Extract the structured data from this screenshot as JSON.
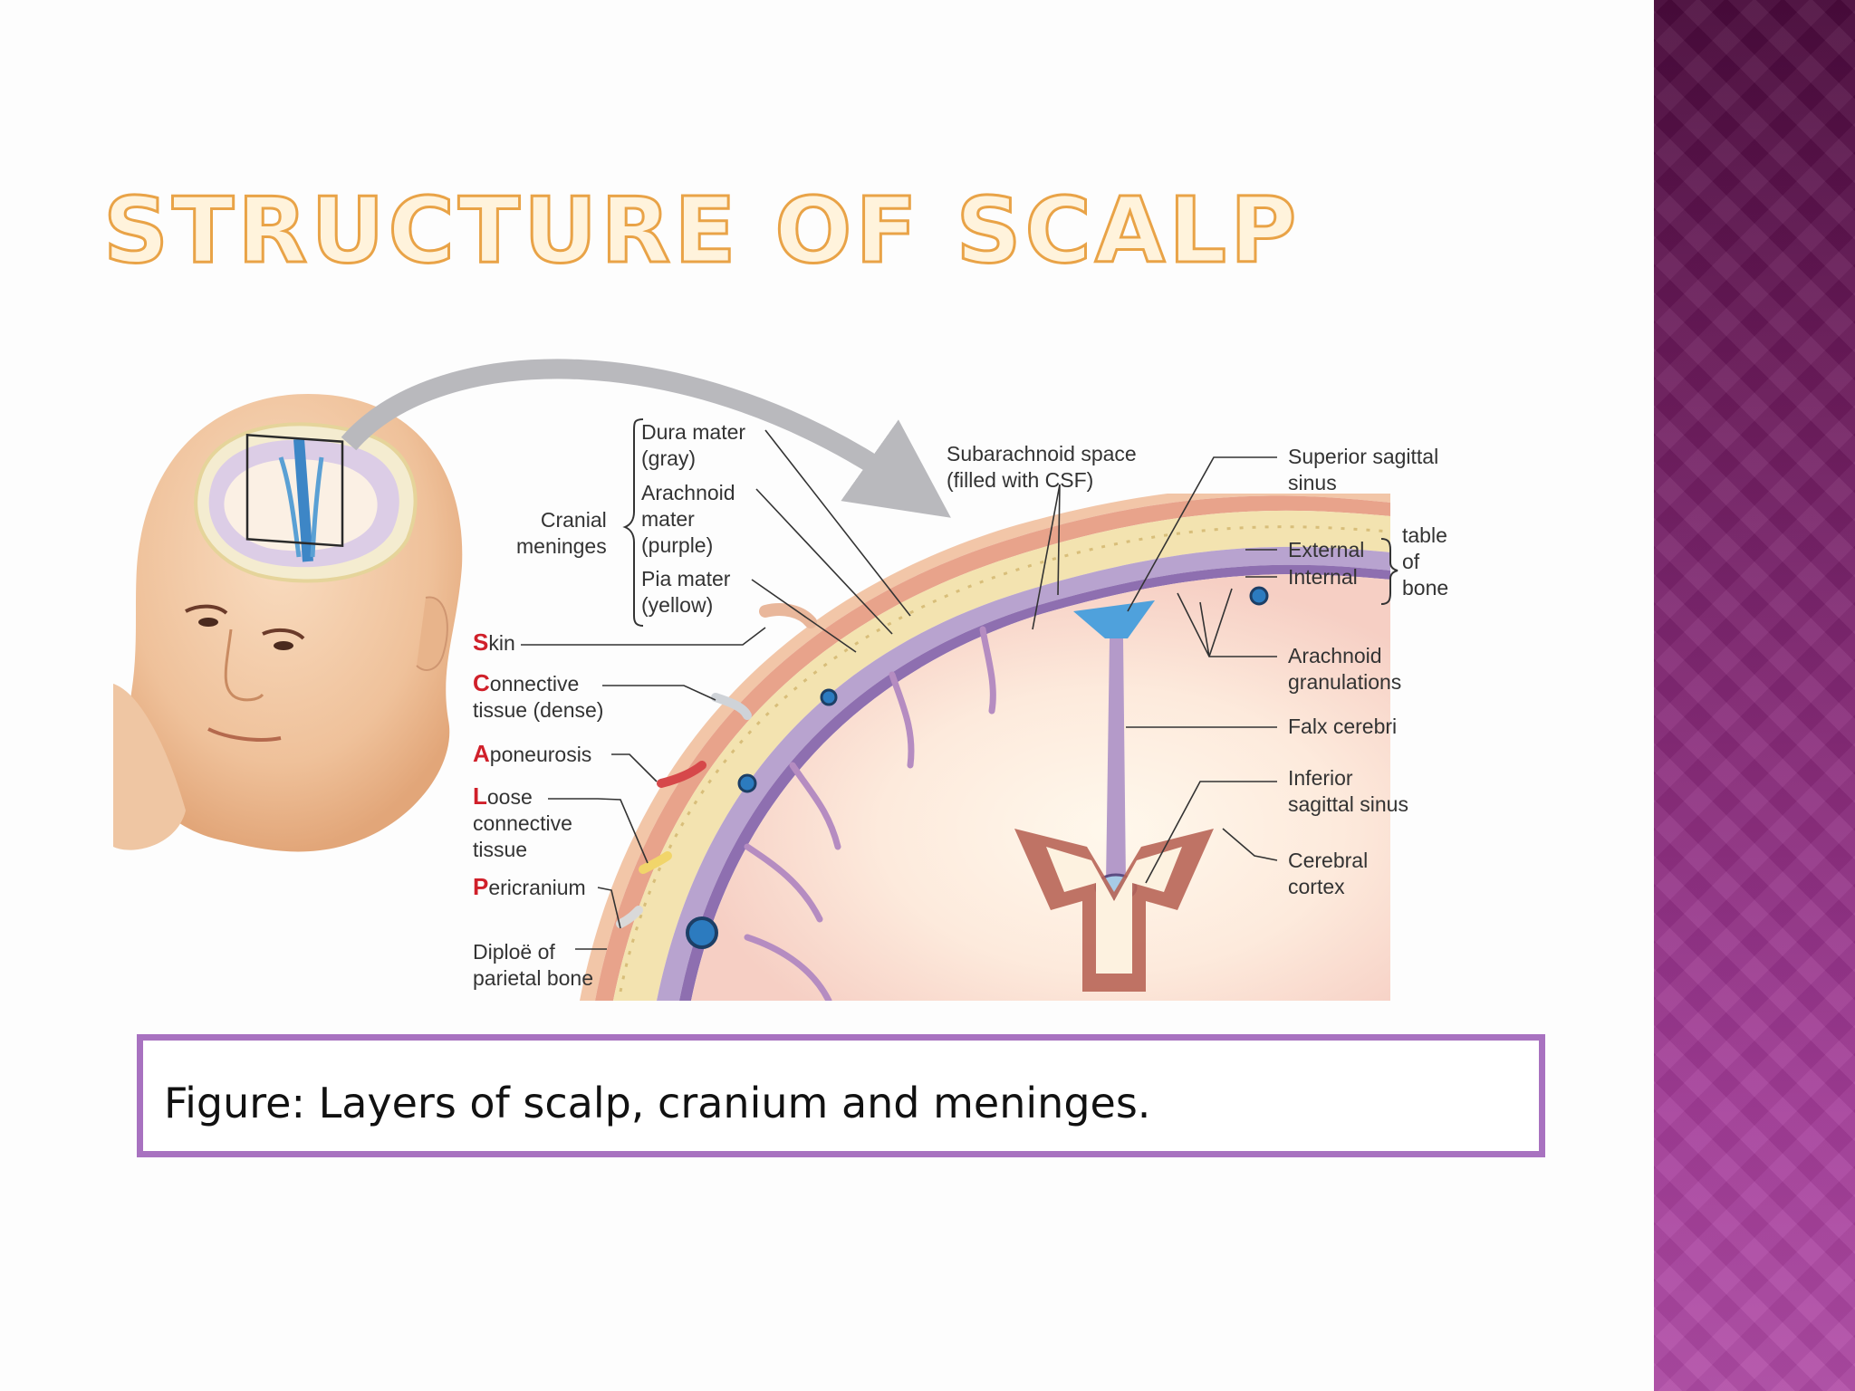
{
  "slide": {
    "title": "STRUCTURE OF SCALP",
    "caption": "Figure: Layers of scalp, cranium and meninges."
  },
  "figure": {
    "cranial_meninges": "Cranial\nmeninges",
    "dura_mater": "Dura mater\n(gray)",
    "arachnoid_mater": "Arachnoid\nmater\n(purple)",
    "pia_mater": "Pia mater\n(yellow)",
    "subarachnoid_space": "Subarachnoid space\n(filled with CSF)",
    "superior_sagittal_sinus": "Superior sagittal\nsinus",
    "external": "External",
    "internal": "Internal",
    "table_of_bone": "table\nof\nbone",
    "arachnoid_granulations": "Arachnoid\ngranulations",
    "falx_cerebri": "Falx cerebri",
    "inferior_sagittal_sinus": "Inferior\nsagittal sinus",
    "cerebral_cortex": "Cerebral\ncortex",
    "scalp_layers": [
      {
        "initial": "S",
        "rest": "kin"
      },
      {
        "initial": "C",
        "rest": "onnective\ntissue (dense)"
      },
      {
        "initial": "A",
        "rest": "poneurosis"
      },
      {
        "initial": "L",
        "rest": "oose\nconnective\ntissue"
      },
      {
        "initial": "P",
        "rest": "ericranium"
      }
    ],
    "diploe": "Diploë of\nparietal bone"
  },
  "colors": {
    "title_fill": "#fff3dc",
    "title_outline": "#e9a347",
    "caption_border": "#a872c0",
    "sidebar_top": "#4a0a3c",
    "sidebar_bottom": "#b04ba6",
    "layer_initial": "#d0202a"
  }
}
